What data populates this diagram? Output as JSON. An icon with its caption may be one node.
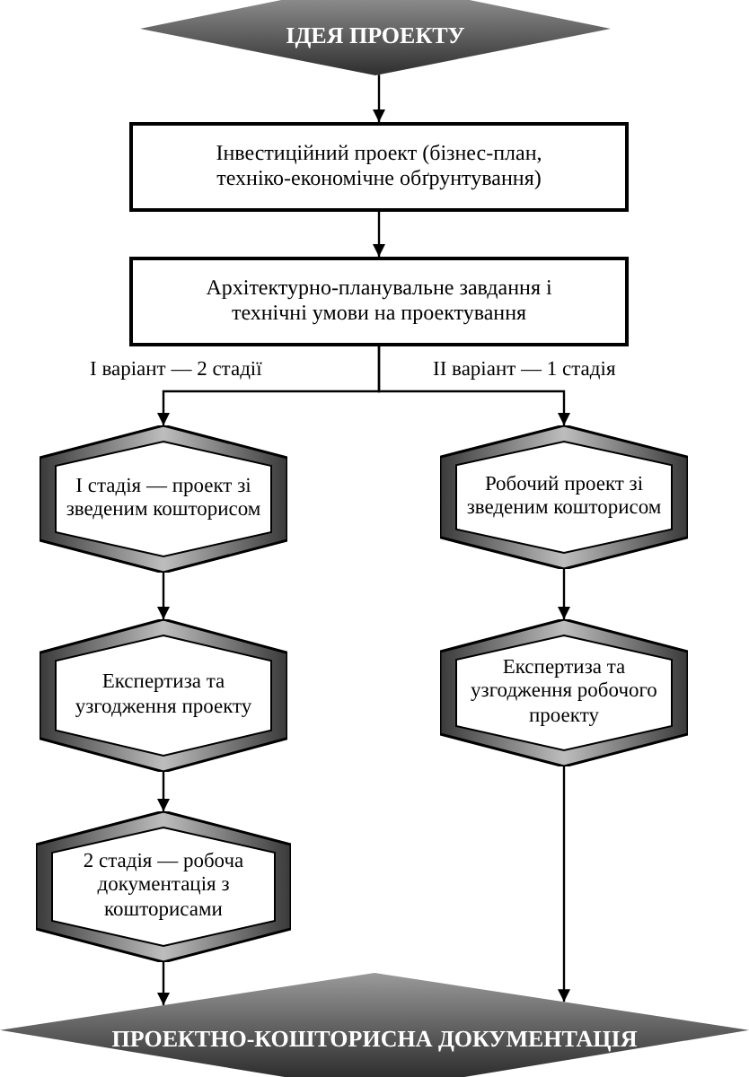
{
  "diagram": {
    "nodes": [
      {
        "text": [
          "ІДЕЯ ПРОЕКТУ"
        ]
      },
      {
        "text": [
          "Інвестиційний проект (бізнес-план, техніко-економічне обґрунтування)"
        ]
      },
      {
        "text": [
          "Архітектурно-планувальне завдання і технічні умови на проектування"
        ]
      },
      {
        "text": [
          "І стадія — проект зі зведеним кошторисом"
        ]
      },
      {
        "text": [
          "Експертиза та узгодження проекту"
        ]
      },
      {
        "text": [
          "2 стадія — робоча документація з кошторисами"
        ]
      },
      {
        "text": [
          "Робочий проект зі зведеним кошторисом"
        ]
      },
      {
        "text": [
          "Експертиза та узгодження робочого проекту"
        ]
      },
      {
        "text": [
          "ПРОЕКТНО-КОШТОРИСНА ДОКУМЕНТАЦІЯ"
        ]
      }
    ],
    "edges": [
      {
        "from": 0,
        "to": 1,
        "arrow": "to"
      },
      {
        "from": 1,
        "to": 2,
        "arrow": "to"
      },
      {
        "from": 2,
        "to": 3,
        "arrow": "to",
        "label": "І варіант — 2 стадії"
      },
      {
        "from": 2,
        "to": 6,
        "arrow": "to",
        "label": "ІІ варіант — 1 стадія"
      },
      {
        "from": 3,
        "to": 4,
        "arrow": "to"
      },
      {
        "from": 4,
        "to": 5,
        "arrow": "to"
      },
      {
        "from": 5,
        "to": 8,
        "arrow": "to"
      },
      {
        "from": 6,
        "to": 7,
        "arrow": "to"
      },
      {
        "from": 7,
        "to": 8,
        "arrow": "to"
      }
    ]
  }
}
